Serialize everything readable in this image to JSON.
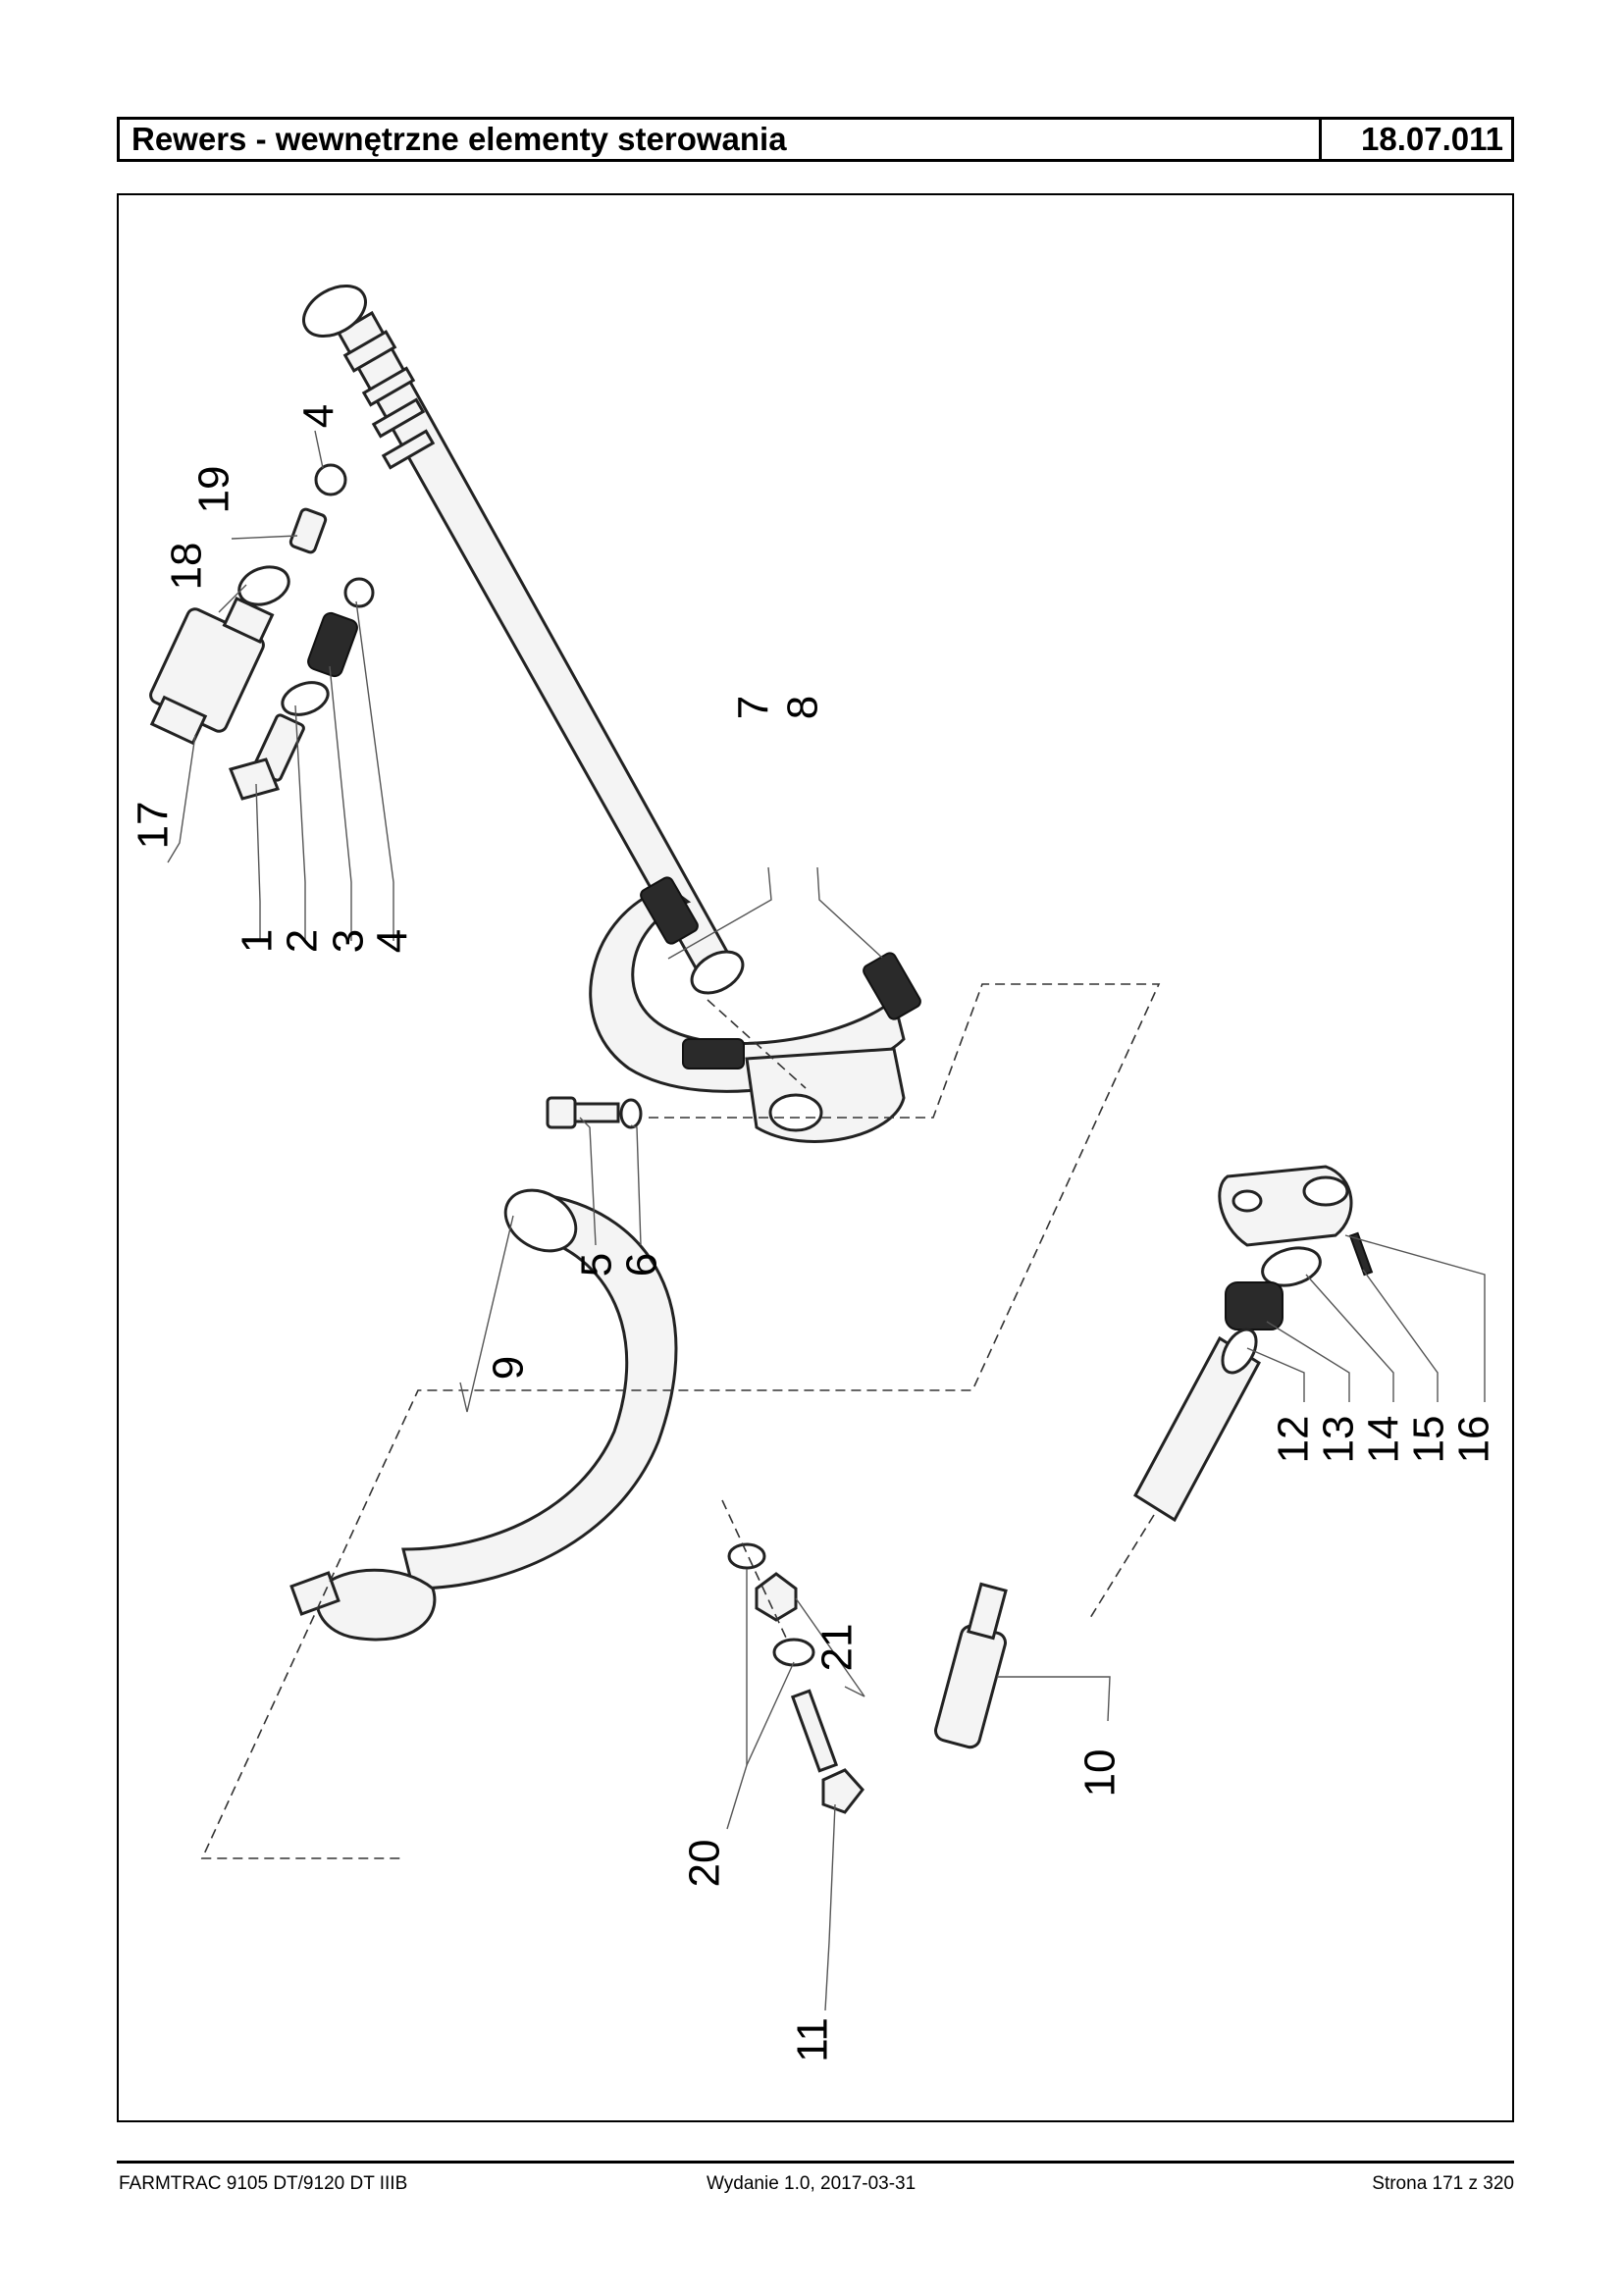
{
  "header": {
    "title": "Rewers - wewnętrzne elementy sterowania",
    "code": "18.07.011"
  },
  "footer": {
    "left": "FARMTRAC 9105 DT/9120 DT IIIB",
    "center": "Wydanie 1.0,  2017-03-31",
    "right": "Strona 171 z 320"
  },
  "callouts": {
    "c4a": "4",
    "c19": "19",
    "c18": "18",
    "c17": "17",
    "c1": "1",
    "c2": "2",
    "c3": "3",
    "c4b": "4",
    "c7": "7",
    "c8": "8",
    "c5": "5",
    "c6": "6",
    "c9": "9",
    "c20": "20",
    "c21": "21",
    "c11": "11",
    "c10": "10",
    "c12": "12",
    "c13": "13",
    "c14": "14",
    "c15": "15",
    "c16": "16"
  }
}
